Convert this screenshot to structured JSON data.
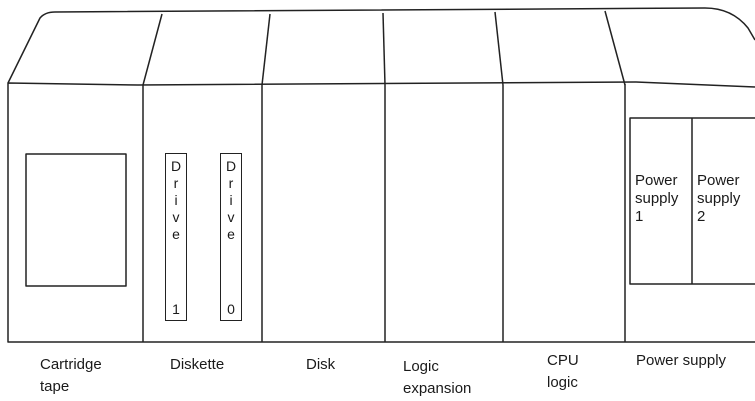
{
  "captions": {
    "cartridge_tape": [
      "Cartridge",
      "tape"
    ],
    "diskette": "Diskette",
    "disk": "Disk",
    "logic_expansion": [
      "Logic",
      "expansion"
    ],
    "cpu_logic": [
      "CPU",
      "logic"
    ],
    "power_supply": "Power supply"
  },
  "drives": [
    {
      "letters": "Drive",
      "number": "1"
    },
    {
      "letters": "Drive",
      "number": "0"
    }
  ],
  "power_supplies": [
    {
      "line1": "Power",
      "line2": "supply",
      "line3": "1"
    },
    {
      "line1": "Power",
      "line2": "supply",
      "line3": "2"
    }
  ]
}
